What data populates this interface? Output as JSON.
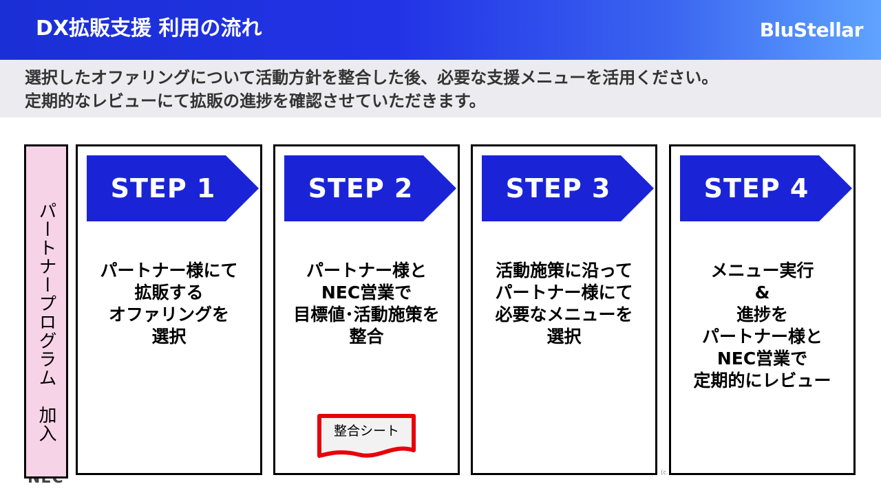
{
  "header": {
    "title": "DX拡販支援 利用の流れ",
    "brand": "BluStellar"
  },
  "intro": {
    "line1": "選択したオファリングについて活動方針を整合した後、必要な支援メニューを活用ください。",
    "line2": "定期的なレビューにて拡販の進捗を確認させていただきます。"
  },
  "side_panel": {
    "label": "パートナープログラム　加入"
  },
  "footer": {
    "logo": "NEC",
    "copyright_fragment": "(c"
  },
  "steps": [
    {
      "label": "STEP 1",
      "description": "パートナー様にて\n拡販する\nオファリングを\n選択"
    },
    {
      "label": "STEP 2",
      "description": "パートナー様と\nNEC営業で\n目標値･活動施策を\n整合",
      "attachment": "整合シート"
    },
    {
      "label": "STEP 3",
      "description": "活動施策に沿って\nパートナー様にて\n必要なメニューを\n選択"
    },
    {
      "label": "STEP 4",
      "description": "メニュー実行\n&\n進捗を\nパートナー様と\nNEC営業で\n定期的にレビュー"
    }
  ],
  "colors": {
    "step_chevron": "#1a24d6",
    "side_panel_bg": "#f7d3e8",
    "highlight_border": "#e8000b",
    "intro_bg": "#ececf0"
  }
}
